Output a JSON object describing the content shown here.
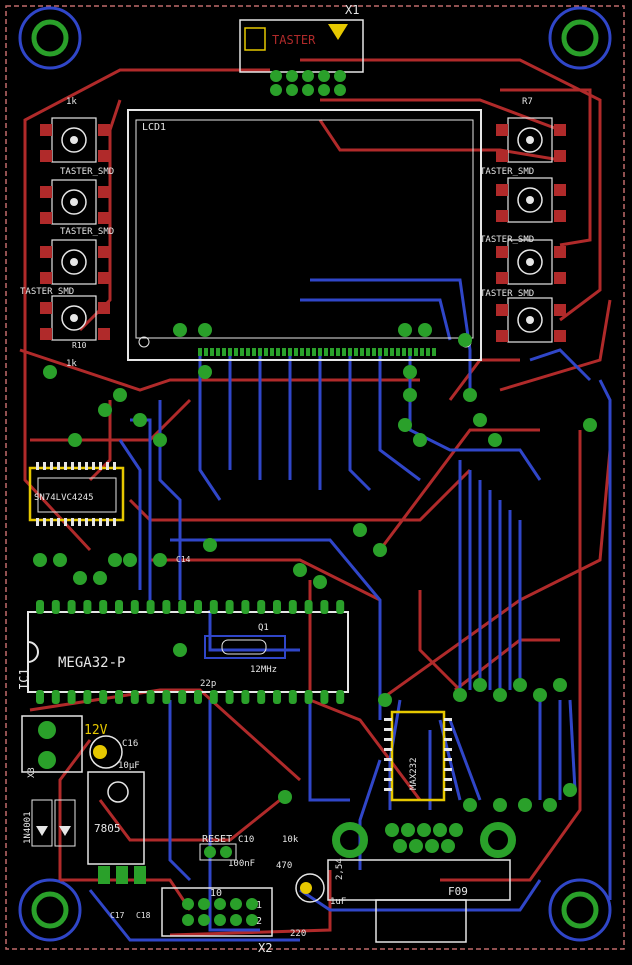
{
  "board": {
    "connector_x1": "X1",
    "button_label": "TASTER",
    "connector_x2": "X2",
    "connector_x3": "X3",
    "pin_10": "10",
    "pin_1": "1",
    "pin_2": "2"
  },
  "lcd": {
    "ref": "LCD1"
  },
  "buttons": {
    "r_left_top": "1k",
    "r_left_bottom": "1k",
    "r_right_top": "R7",
    "label_left_1": "TASTER_SMD",
    "label_left_2": "TASTER_SMD",
    "label_left_3": "TASTER_SMD",
    "label_right_1": "TASTER_SMD",
    "label_right_2": "TASTER_SMD",
    "label_right_3": "TASTER_SMD",
    "r_left_mid": "R10"
  },
  "ics": {
    "level_shifter": "SN74LVC4245",
    "mcu": "MEGA32-P",
    "mcu_ref": "IC1",
    "regulator": "7805",
    "diode": "1N4001",
    "max232": "MAX232"
  },
  "parts": {
    "c16": "C16",
    "c16_value": "10µF",
    "supply": "12V",
    "c14": "C14",
    "q1": "Q1",
    "q1_value": "12MHz",
    "cap_22p": "22p",
    "reset": "RESET",
    "c10": "C10",
    "c10_value": "100nF",
    "r_10k": "10k",
    "c_220": "220",
    "r_470": "470",
    "c_1uf": "1uF",
    "c_2_54": "2,54",
    "sub_d": "F09",
    "c17": "C17",
    "c18": "C18"
  },
  "colors": {
    "background": "#000000",
    "top_copper": "#b02a2a",
    "bottom_copper": "#3046c8",
    "pads": "#2aa02a",
    "silkscreen": "#e6e6e6",
    "highlight": "#e6c800",
    "outline": "#c06a6a"
  }
}
